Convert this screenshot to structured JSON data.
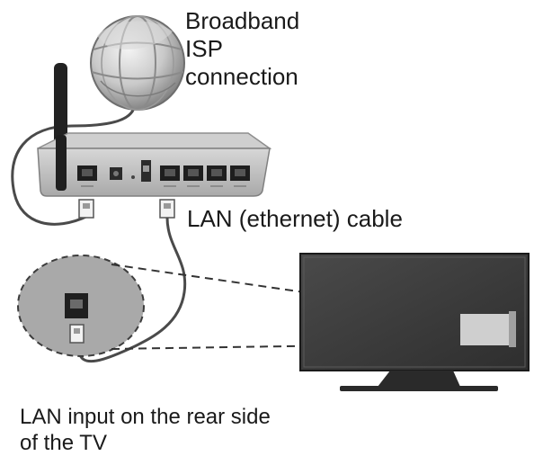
{
  "labels": {
    "isp": [
      "Broadband",
      "ISP",
      "connection"
    ],
    "lan_cable": "LAN (ethernet) cable",
    "lan_input": [
      "LAN input on the rear side",
      "of the TV"
    ]
  },
  "icons": {
    "internet": "globe-icon",
    "router": "router-icon",
    "tv": "tv-icon",
    "lan_port": "ethernet-port-icon",
    "lan_plug": "ethernet-plug-icon"
  },
  "colors": {
    "text": "#1a1a1a",
    "router_body": "#bcbcbc",
    "tv_screen": "#3e3e3e",
    "inset_circle": "#a9a9a9",
    "cable": "#4a4a4a"
  }
}
